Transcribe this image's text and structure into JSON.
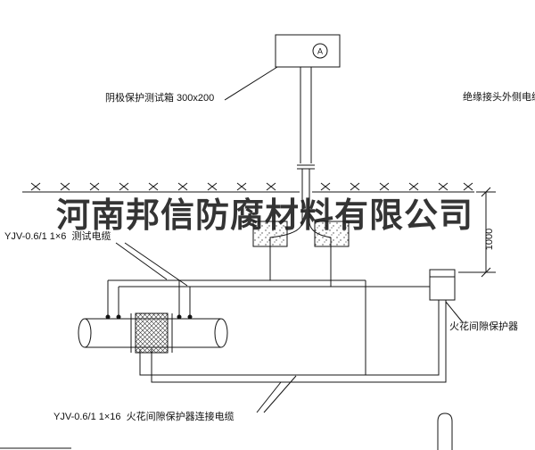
{
  "drawing": {
    "watermark": "河南邦信防腐材料有限公司",
    "ammeter_symbol": "A",
    "dimension_1000": "1000",
    "labels": {
      "test_box": "阴极保护测试箱 300x200",
      "insulated_joint_cable": "绝缘接头外侧电缆",
      "test_cable": "YJV-0.6/1 1×6  测试电缆",
      "spark_gap_protector": "火花间隙保护器",
      "spark_gap_cable": "YJV-0.6/1 1×16  火花间隙保护器连接电缆"
    },
    "colors": {
      "line": "#141414",
      "background": "#ffffff",
      "watermark": "#1f1f1f"
    }
  }
}
